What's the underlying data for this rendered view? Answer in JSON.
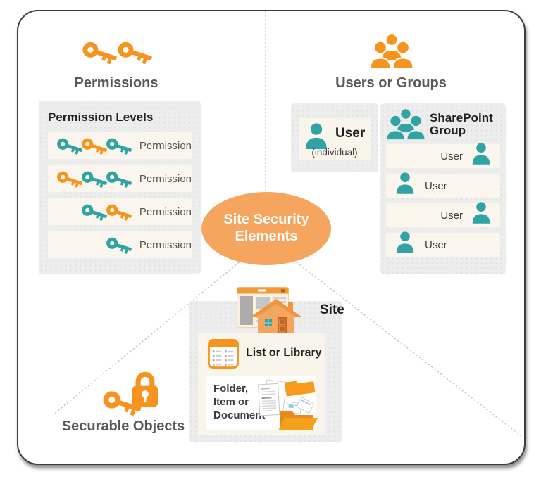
{
  "colors": {
    "orange": "#F7941E",
    "orangeLight": "#F5A55E",
    "teal": "#30A3A3",
    "panelGray": "#EDEDED",
    "cream": "#FAF5EB",
    "headingGray": "#595959",
    "titleDark": "#1F1F1F",
    "dottedLine": "#C2C2C2",
    "cardBorder": "#3C3C3C"
  },
  "center": {
    "label": "Site Security Elements",
    "lines": [
      "Site Security",
      "Elements"
    ]
  },
  "permissions": {
    "heading": "Permissions",
    "panel_title": "Permission Levels",
    "rows": [
      {
        "keys": [
          "teal",
          "orange",
          "teal"
        ],
        "label": "Permission"
      },
      {
        "keys": [
          "orange",
          "teal",
          "teal"
        ],
        "label": "Permission"
      },
      {
        "keys": [
          "teal",
          "orange"
        ],
        "label": "Permission"
      },
      {
        "keys": [
          "teal"
        ],
        "label": "Permission"
      }
    ]
  },
  "users": {
    "heading": "Users or Groups",
    "user_box": {
      "title": "User",
      "subtitle": "(individual)"
    },
    "group_box": {
      "title": "SharePoint Group",
      "members": [
        {
          "label": "User",
          "icon_side": "right"
        },
        {
          "label": "User",
          "icon_side": "left"
        },
        {
          "label": "User",
          "icon_side": "right"
        },
        {
          "label": "User",
          "icon_side": "left"
        }
      ]
    }
  },
  "securable": {
    "heading": "Securable Objects",
    "site_label": "Site",
    "list_label": "List or Library",
    "folder_lines": [
      "Folder,",
      "Item or",
      "Document"
    ]
  }
}
